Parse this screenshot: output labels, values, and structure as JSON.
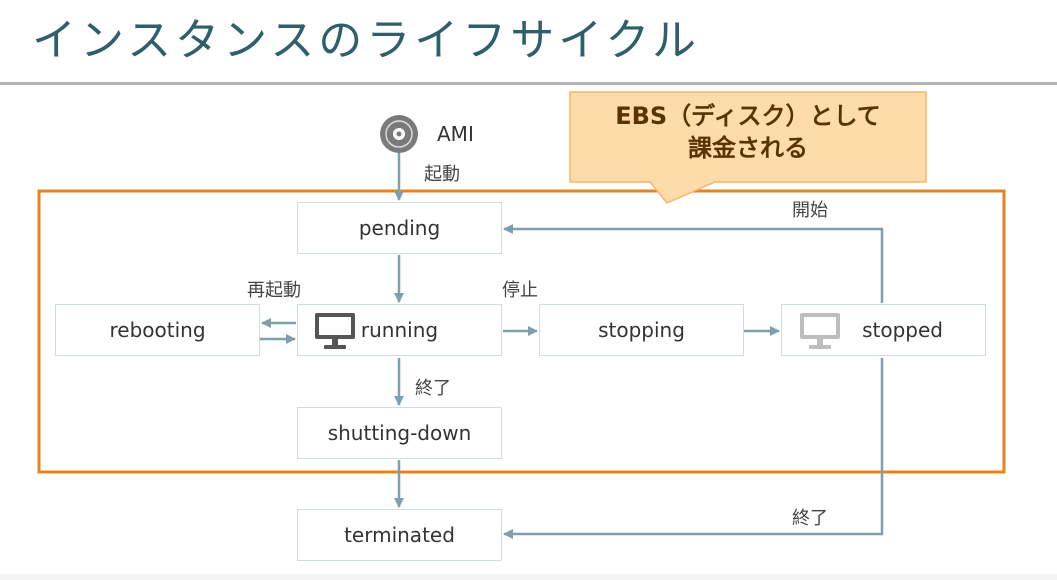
{
  "title": "インスタンスのライフサイクル",
  "callout": {
    "line1": "EBS（ディスク）として",
    "line2": "課金される"
  },
  "source": {
    "label": "AMI",
    "icon": "disc-icon"
  },
  "states": {
    "pending": "pending",
    "rebooting": "rebooting",
    "running": "running",
    "stopping": "stopping",
    "stopped": "stopped",
    "shutting_down": "shutting-down",
    "terminated": "terminated"
  },
  "transitions": {
    "launch": "起動",
    "reboot": "再起動",
    "stop": "停止",
    "terminate": "終了",
    "start": "開始",
    "terminate_from_stopped": "終了"
  },
  "icons": {
    "running": "monitor-icon",
    "stopped": "monitor-icon"
  },
  "colors": {
    "title": "#2f5f6a",
    "billing_frame": "#e8821e",
    "callout_fill": "#fddcaa",
    "callout_border": "#f2b66a",
    "arrow": "#7e9fae",
    "monitor_active": "#555555",
    "monitor_inactive": "#bdbdbd"
  }
}
